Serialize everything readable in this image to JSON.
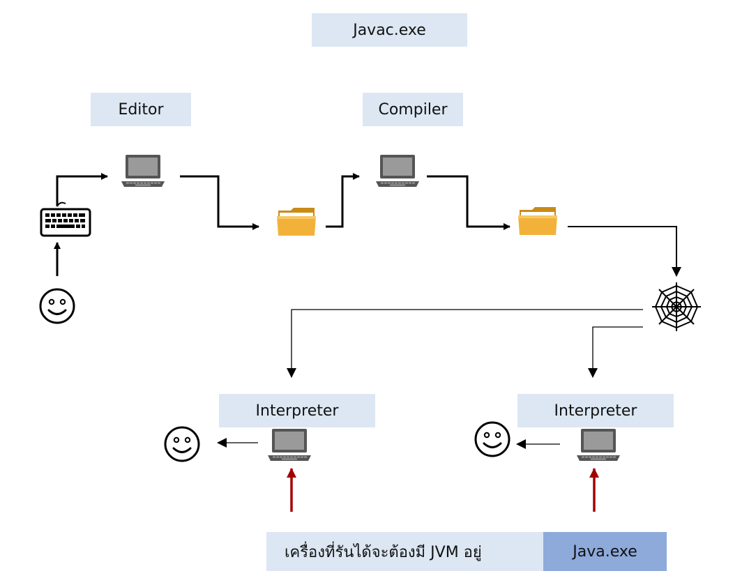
{
  "labels": {
    "javac": "Javac.exe",
    "editor": "Editor",
    "compiler": "Compiler",
    "interpreter_left": "Interpreter",
    "interpreter_right": "Interpreter",
    "jvm_note": "เครื่องที่รันได้จะต้องมี JVM อยู่",
    "java_exe": "Java.exe"
  },
  "colors": {
    "label_bg": "#dce7f3",
    "label_dark_bg": "#8eaadb",
    "arrow_black": "#000000",
    "arrow_red": "#a30000",
    "folder": "#f2b23a"
  },
  "icons": {
    "keyboard": "keyboard-icon",
    "laptop": "laptop-icon",
    "folder": "folder-icon",
    "web": "spider-web-icon",
    "user": "smiley-face-icon"
  }
}
